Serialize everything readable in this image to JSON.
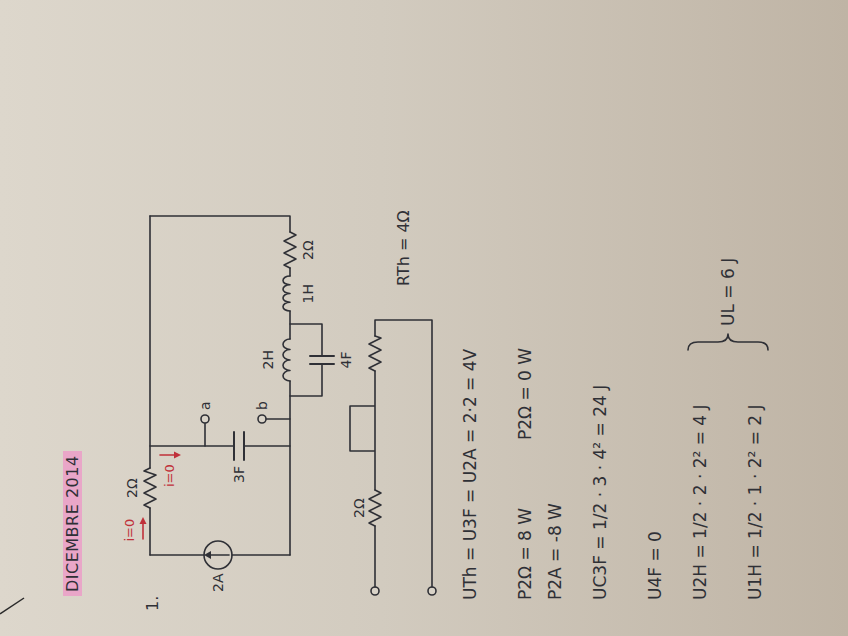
{
  "diagram": {
    "title": "DICEMBRE 2014",
    "labels": [
      "1.",
      "2A",
      "2Ω",
      "i=0",
      "i=0",
      "a",
      "b",
      "3F",
      "4F",
      "2H",
      "2Ω",
      "1H",
      "2Ω",
      "RTh = 4Ω",
      "UTh = U3F = U2A = 2·2 = 4V",
      "P2Ω = 8 W",
      "P2Ω = 0 W",
      "P2A = -8 W",
      "UC3F = 1/2 · 3 · 4² = 24 J",
      "U4F = 0",
      "U2H = 1/2 · 2 · 2² = 4 J",
      "U1H = 1/2 · 1 · 2² = 2 J",
      "UL = 6 J"
    ]
  }
}
